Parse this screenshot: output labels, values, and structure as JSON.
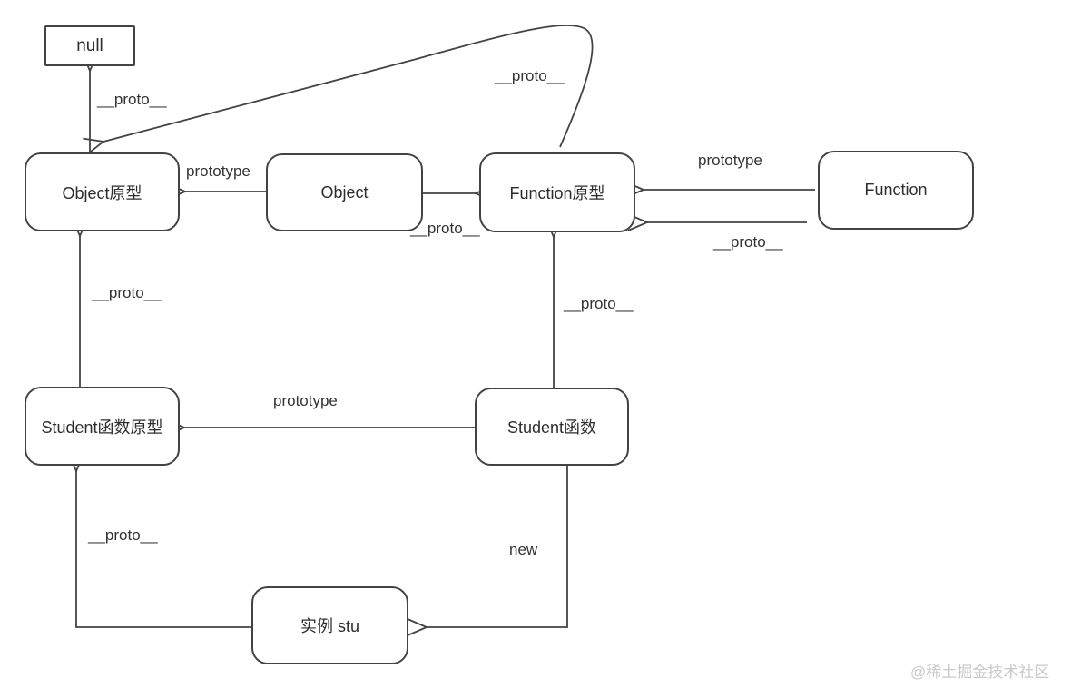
{
  "diagram": {
    "nodes": {
      "null_box": {
        "label": "null"
      },
      "object_prototype": {
        "label": "Object原型"
      },
      "object": {
        "label": "Object"
      },
      "function_prototype": {
        "label": "Function原型"
      },
      "function": {
        "label": "Function"
      },
      "student_prototype": {
        "label": "Student函数原型"
      },
      "student": {
        "label": "Student函数"
      },
      "instance_stu": {
        "label": "实例 stu"
      }
    },
    "edges": [
      {
        "label": "__proto__",
        "from": "Object原型",
        "to": "null"
      },
      {
        "label": "__proto__",
        "from": "Function原型",
        "to": "Object原型"
      },
      {
        "label": "prototype",
        "from": "Object",
        "to": "Object原型"
      },
      {
        "label": "__proto__",
        "from": "Object",
        "to": "Function原型"
      },
      {
        "label": "prototype",
        "from": "Function",
        "to": "Function原型"
      },
      {
        "label": "__proto__",
        "from": "Function",
        "to": "Function原型"
      },
      {
        "label": "__proto__",
        "from": "Student函数原型",
        "to": "Object原型"
      },
      {
        "label": "__proto__",
        "from": "Student函数",
        "to": "Function原型"
      },
      {
        "label": "prototype",
        "from": "Student函数",
        "to": "Student函数原型"
      },
      {
        "label": "new",
        "from": "Student函数",
        "to": "实例 stu"
      },
      {
        "label": "__proto__",
        "from": "实例 stu",
        "to": "Student函数原型"
      }
    ],
    "watermark": "@稀土掘金技术社区",
    "colors": {
      "stroke": "#434343",
      "text": "#333333",
      "watermark": "#c9c9c9",
      "background": "#ffffff"
    }
  }
}
